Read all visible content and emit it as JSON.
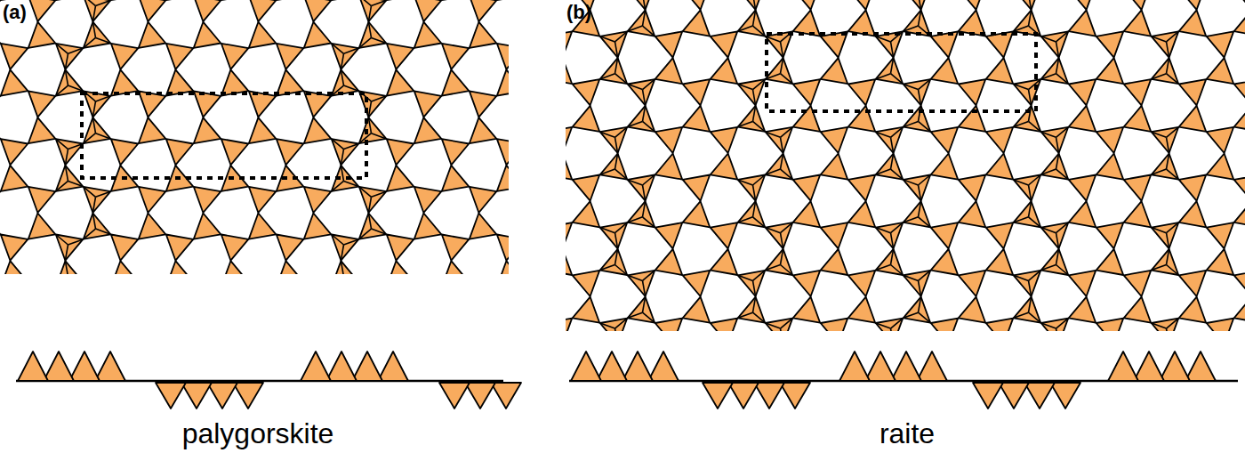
{
  "diagram": {
    "labels": [
      "(a)",
      "(b)",
      "palygorskite",
      "raite"
    ]
  }
}
